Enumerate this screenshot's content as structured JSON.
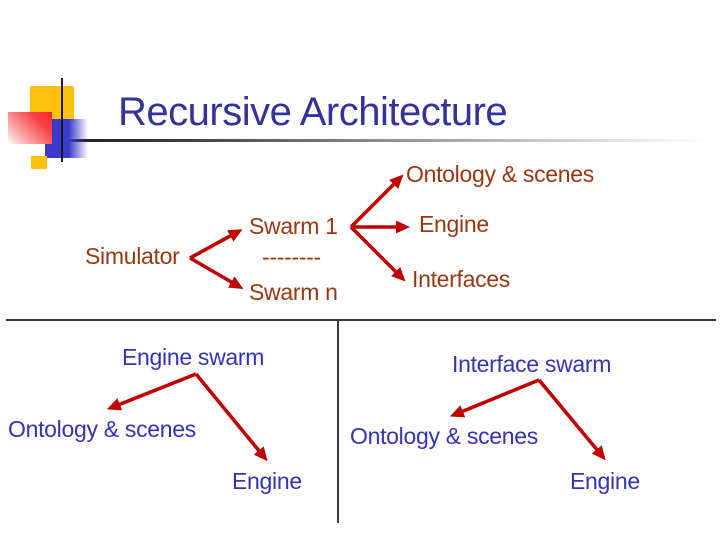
{
  "slide_title": "Recursive Architecture",
  "colors": {
    "title_blue": "#333399",
    "diagram_blue": "#3333B3",
    "diagram_brown": "#9A3713",
    "arrow_red": "#C00000",
    "logo_yellow": "#FFC20E",
    "logo_blue": "#3B39C9",
    "logo_red": "#F2262B"
  },
  "top_diagram": {
    "simulator": "Simulator",
    "swarm_1": "Swarm 1",
    "ellipsis": "--------",
    "swarm_n": "Swarm n",
    "ontology_scenes": "Ontology & scenes",
    "engine": "Engine",
    "interfaces": "Interfaces"
  },
  "engine_swarm_diagram": {
    "title": "Engine swarm",
    "ontology_scenes": "Ontology & scenes",
    "engine": "Engine"
  },
  "interface_swarm_diagram": {
    "title": "Interface swarm",
    "ontology_scenes": "Ontology & scenes",
    "engine": "Engine"
  }
}
